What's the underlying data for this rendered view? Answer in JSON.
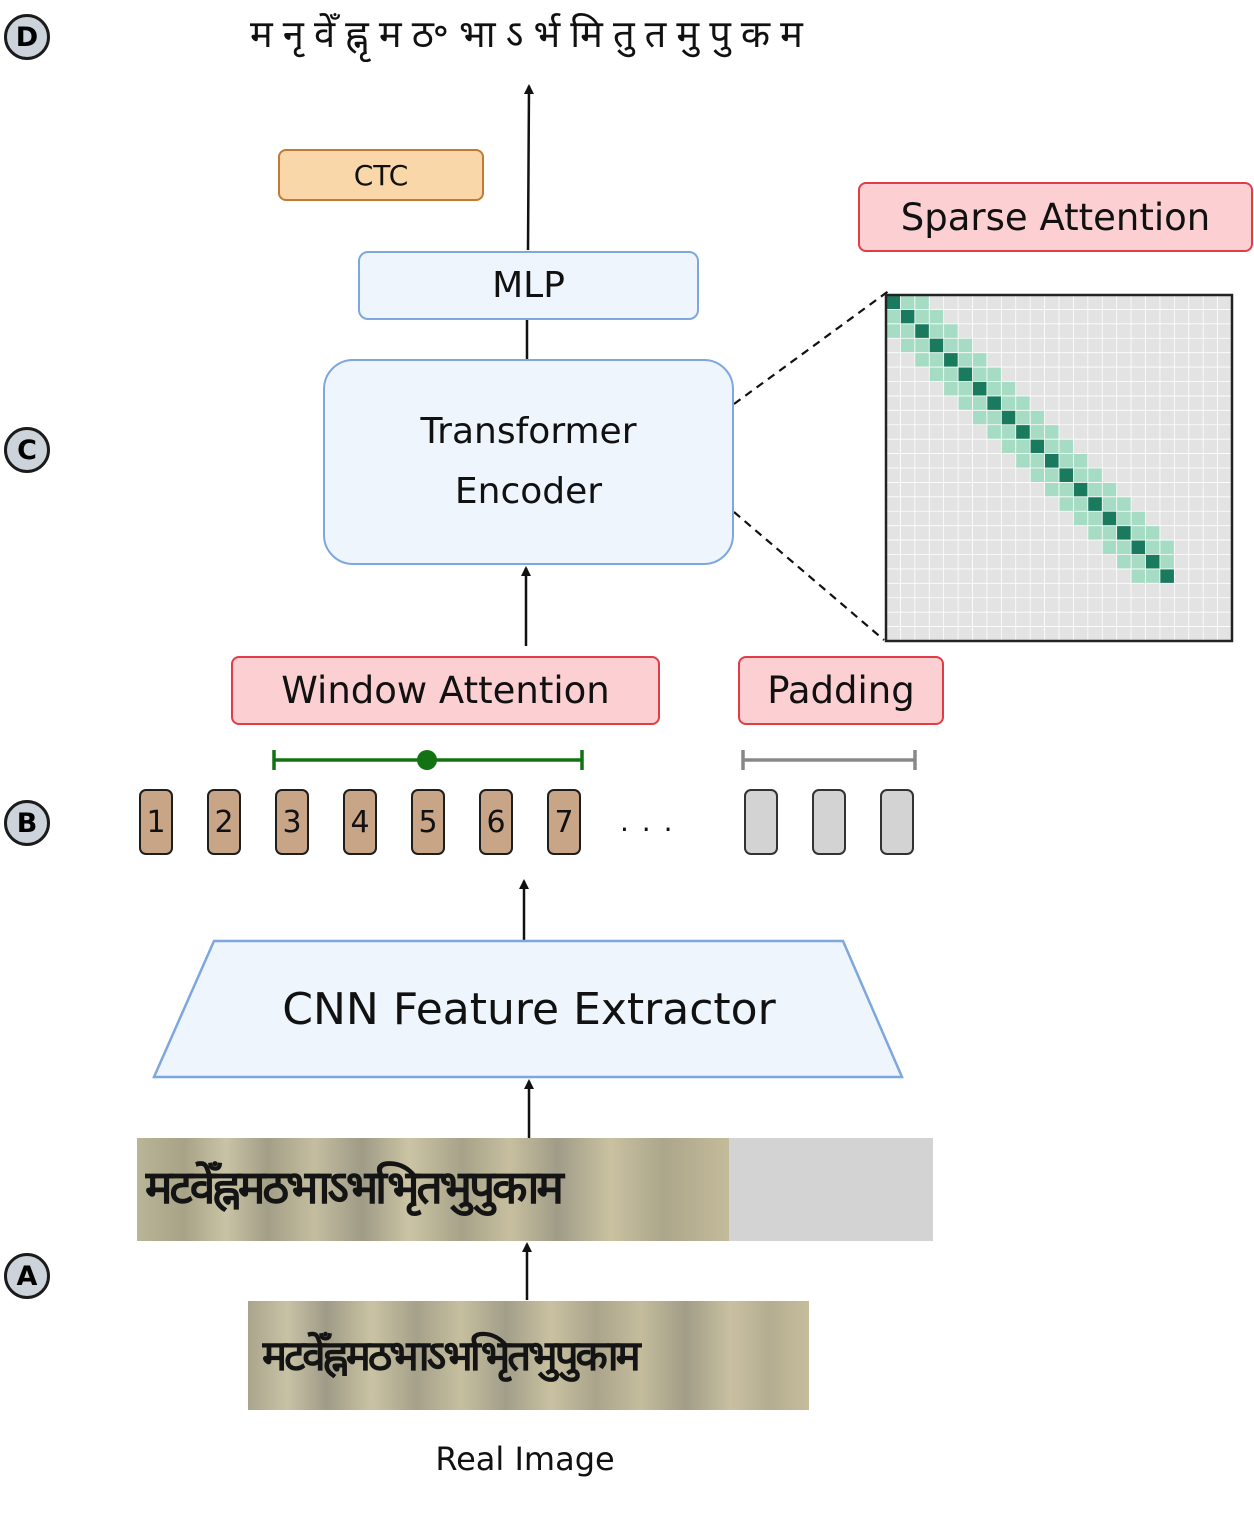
{
  "steps": {
    "a": "A",
    "b": "B",
    "c": "C",
    "d": "D"
  },
  "output_text": "म नृ वेँ ह्नृ म ठ॰ भा ऽ र्भ मि तु त मु पु क म",
  "labels": {
    "ctc": "CTC",
    "mlp": "MLP",
    "encoder_line1": "Transformer",
    "encoder_line2": "Encoder",
    "sparse_attention": "Sparse Attention",
    "window_attention": "Window Attention",
    "padding": "Padding",
    "ellipsis": ". . .",
    "cnn": "CNN Feature Extractor",
    "real_image": "Real Image"
  },
  "tokens": [
    "1",
    "2",
    "3",
    "4",
    "5",
    "6",
    "7"
  ],
  "padding_token_count": 3,
  "manuscript_text": "मटवेँह्नमठभाऽभभिृतभुपुकाम",
  "colors": {
    "token_fill": "#c8a586",
    "padding_fill": "#d3d3d3",
    "block_fill": "#eef5fc",
    "block_border": "#7ea7de",
    "highlight_fill": "#fcd0d2",
    "highlight_border": "#e23c46",
    "ctc_fill": "#f9d7a8",
    "window_green": "#137313",
    "attention_band": "#a7dcc4",
    "attention_diagonal": "#1a7a5e",
    "grid_bg": "#e3e3e3"
  },
  "attention_matrix": {
    "size": 24,
    "active": 20,
    "half_band": 2
  }
}
